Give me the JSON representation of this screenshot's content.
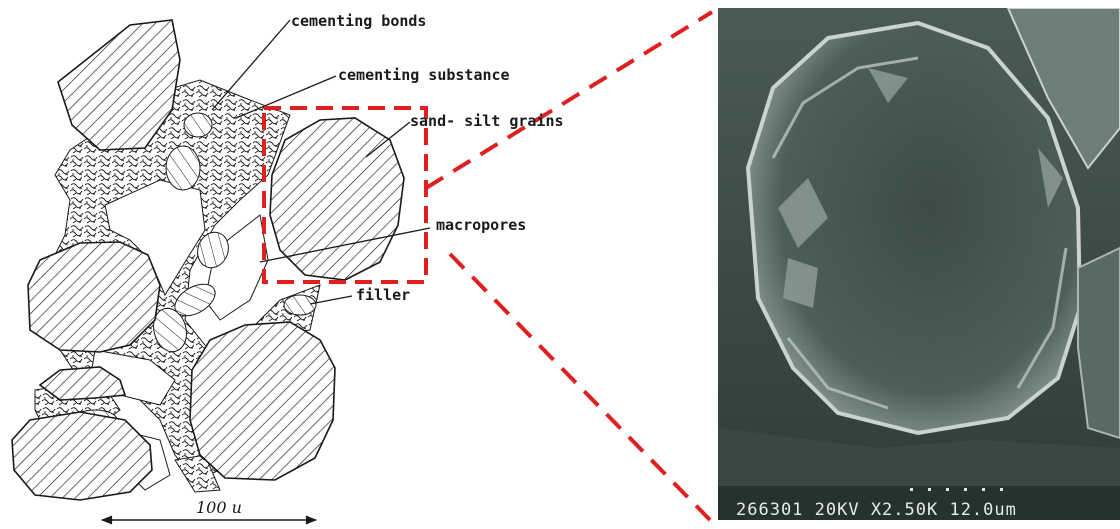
{
  "sketch": {
    "labels": {
      "cementing_bonds": "cementing bonds",
      "cementing_substance": "cementing substance",
      "sand_silt_grains": "sand- silt grains",
      "macropores": "macropores",
      "filler": "filler"
    },
    "scale_bar": "100 u"
  },
  "micrograph": {
    "caption": "266301 20KV X2.50K 12.0um"
  },
  "colors": {
    "zoom_marker": "#e02020",
    "line_art": "#1a1a1a",
    "sem_background": "#3f4f4b"
  }
}
